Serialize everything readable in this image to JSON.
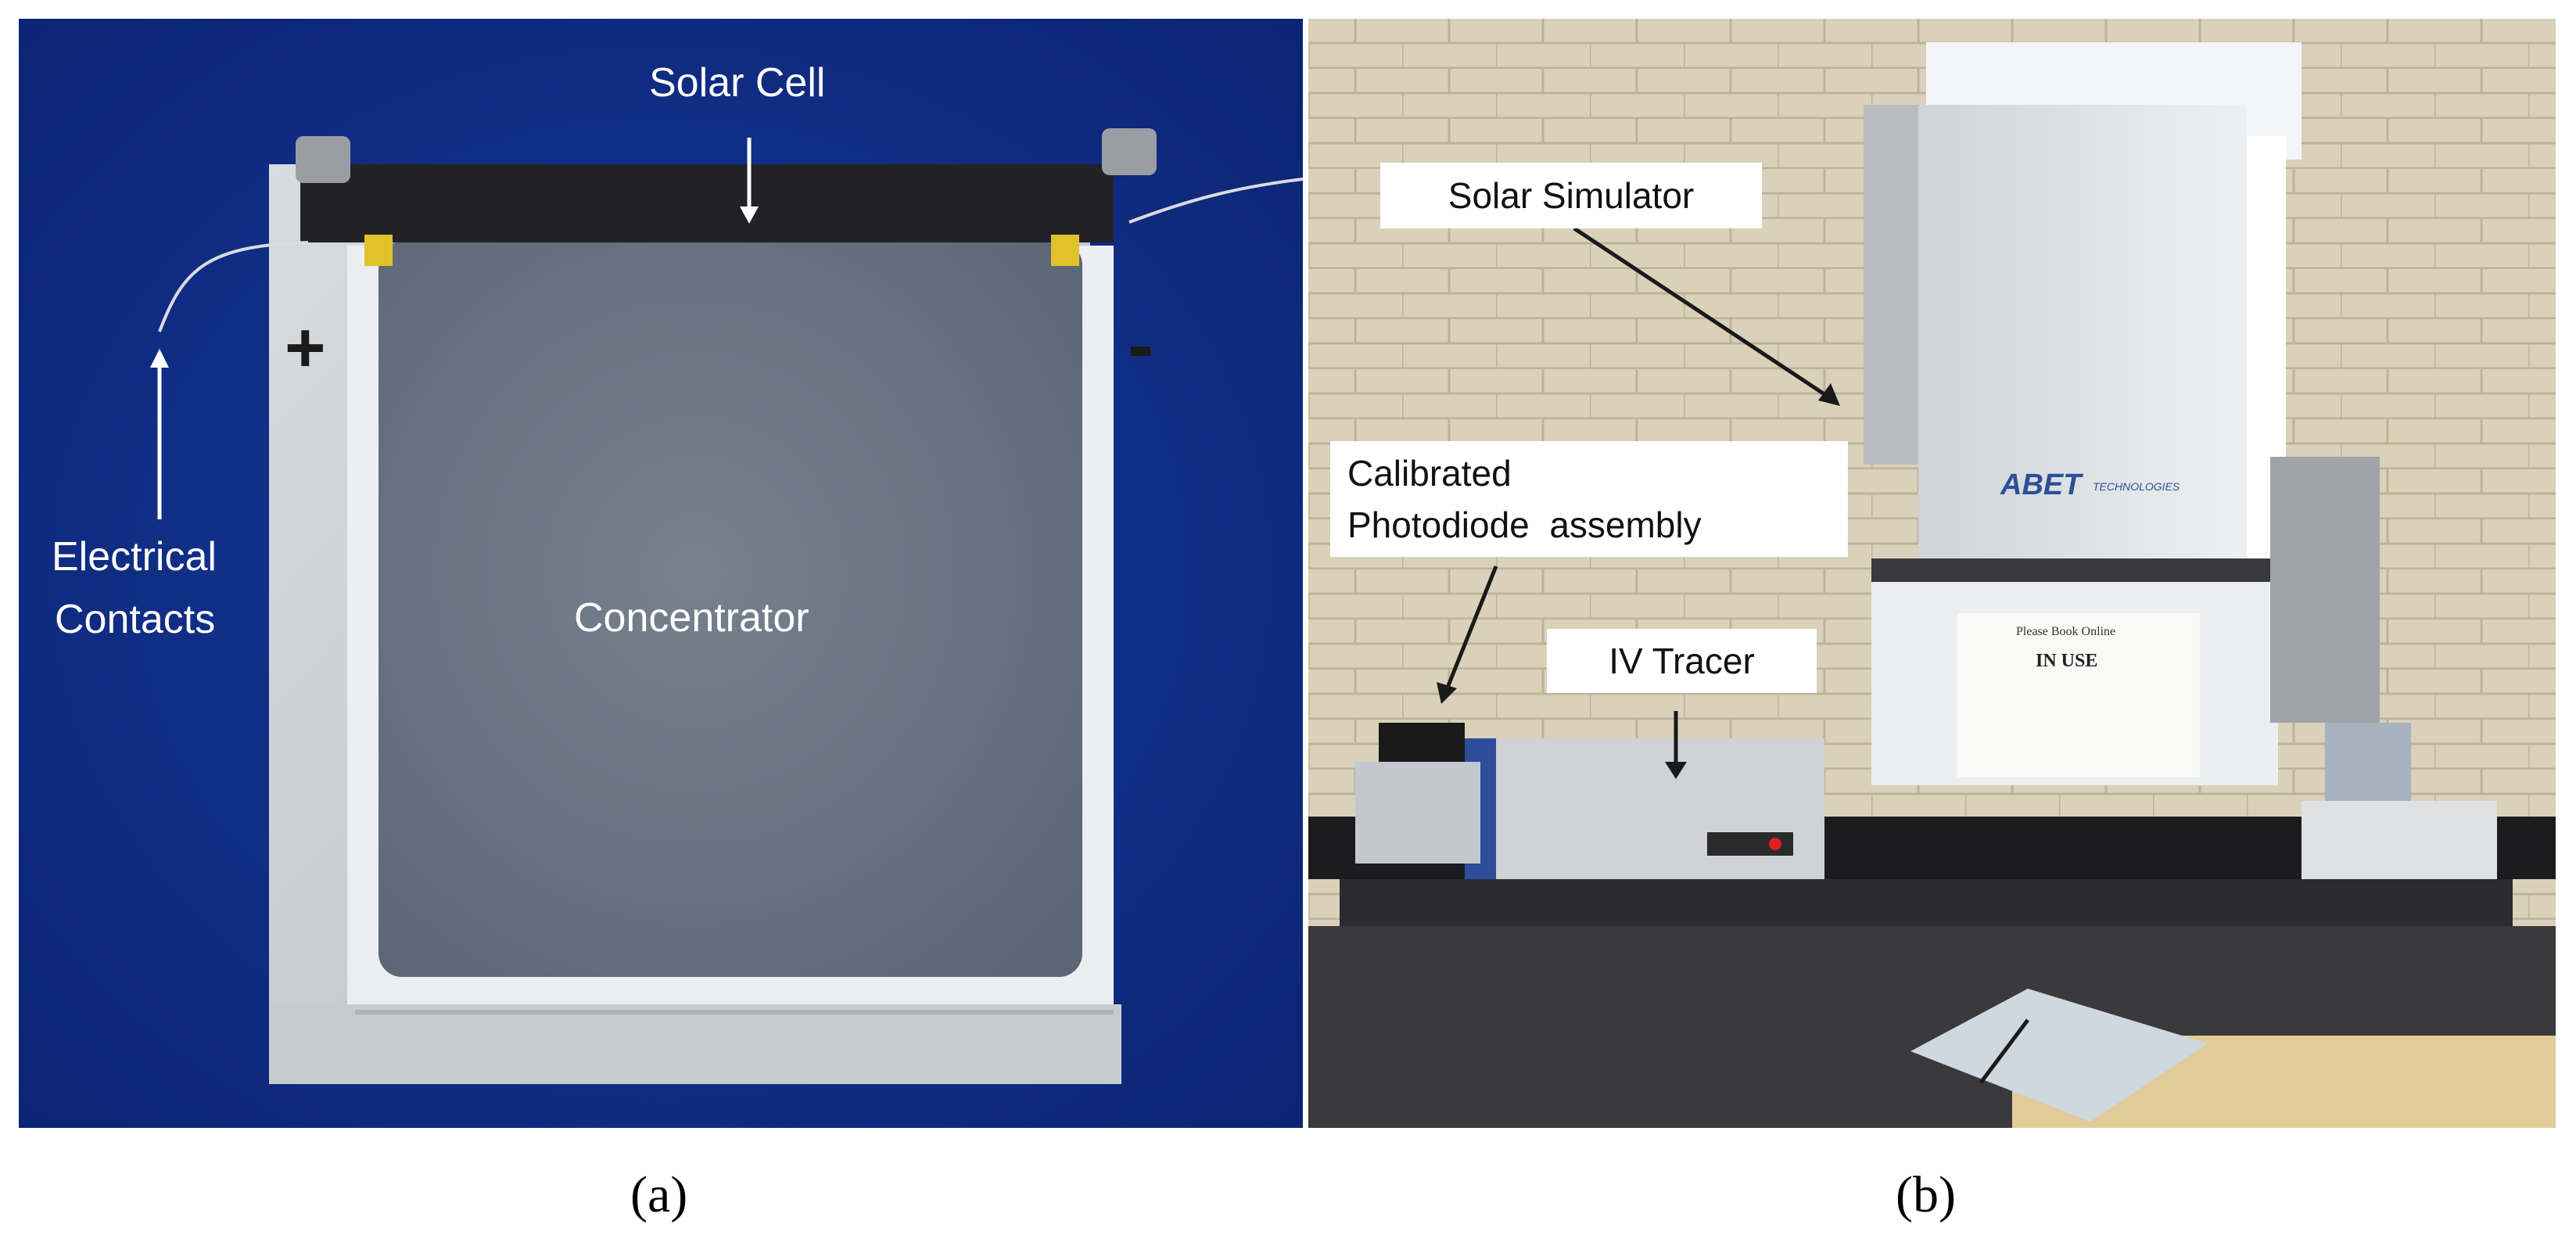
{
  "panel_a": {
    "labels": {
      "solar_cell": "Solar Cell",
      "concentrator": "Concentrator",
      "electrical_contacts_line1": "Electrical",
      "electrical_contacts_line2": "Contacts",
      "plus_sign": "+",
      "minus_sign": "-"
    },
    "caption": "(a)",
    "colors": {
      "background": "#0f2f86",
      "frame": "#c8ccd2",
      "concentrator": "#667281",
      "solar_cell": "#222226"
    }
  },
  "panel_b": {
    "labels": {
      "solar_simulator": "Solar Simulator",
      "calibrated_line1": "Calibrated",
      "calibrated_line2": "Photodiode  assembly",
      "iv_tracer": "IV Tracer",
      "brand": "ABET",
      "brand_sub": "TECHNOLOGIES",
      "sign_line1": "Please Book Online",
      "sign_line2": "IN USE"
    },
    "caption": "(b)",
    "colors": {
      "wall": "#d8d0b8",
      "simulator": "#e6e8eb",
      "bench": "#1c1c1e",
      "floor_table": "#e0cc98"
    }
  }
}
